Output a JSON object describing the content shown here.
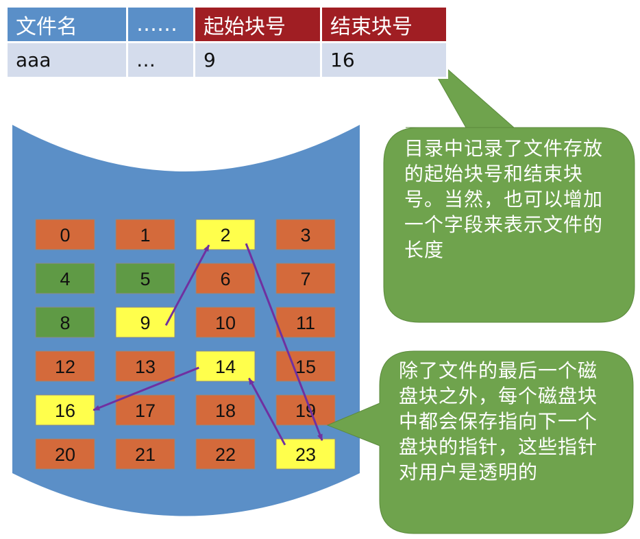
{
  "colors": {
    "header_blue": "#5a8fc8",
    "header_red": "#a01e23",
    "row_bg": "#d4dcec",
    "disk_fill": "#5b8fc7",
    "block_used": "#d46a3b",
    "block_free": "#5f9a45",
    "block_file": "#ffff4c",
    "arrow": "#7030a0",
    "bubble": "#6fa34d"
  },
  "directory_table": {
    "headers": [
      "文件名",
      "……",
      "起始块号",
      "结束块号"
    ],
    "row": [
      "aaa",
      "…",
      "9",
      "16"
    ]
  },
  "disk": {
    "blocks": [
      {
        "id": "0",
        "state": "used"
      },
      {
        "id": "1",
        "state": "used"
      },
      {
        "id": "2",
        "state": "file"
      },
      {
        "id": "3",
        "state": "used"
      },
      {
        "id": "4",
        "state": "free"
      },
      {
        "id": "5",
        "state": "free"
      },
      {
        "id": "6",
        "state": "used"
      },
      {
        "id": "7",
        "state": "used"
      },
      {
        "id": "8",
        "state": "free"
      },
      {
        "id": "9",
        "state": "file"
      },
      {
        "id": "10",
        "state": "used"
      },
      {
        "id": "11",
        "state": "used"
      },
      {
        "id": "12",
        "state": "used"
      },
      {
        "id": "13",
        "state": "used"
      },
      {
        "id": "14",
        "state": "file"
      },
      {
        "id": "15",
        "state": "used"
      },
      {
        "id": "16",
        "state": "file"
      },
      {
        "id": "17",
        "state": "used"
      },
      {
        "id": "18",
        "state": "used"
      },
      {
        "id": "19",
        "state": "used"
      },
      {
        "id": "20",
        "state": "used"
      },
      {
        "id": "21",
        "state": "used"
      },
      {
        "id": "22",
        "state": "used"
      },
      {
        "id": "23",
        "state": "file"
      }
    ],
    "chain": [
      "9",
      "2",
      "23",
      "14",
      "16"
    ]
  },
  "callouts": {
    "top": "目录中记录了文件存放的起始块号和结束块号。当然，也可以增加一个字段来表示文件的长度",
    "bottom": "除了文件的最后一个磁盘块之外，每个磁盘块中都会保存指向下一个盘块的指针，这些指针对用户是透明的"
  }
}
